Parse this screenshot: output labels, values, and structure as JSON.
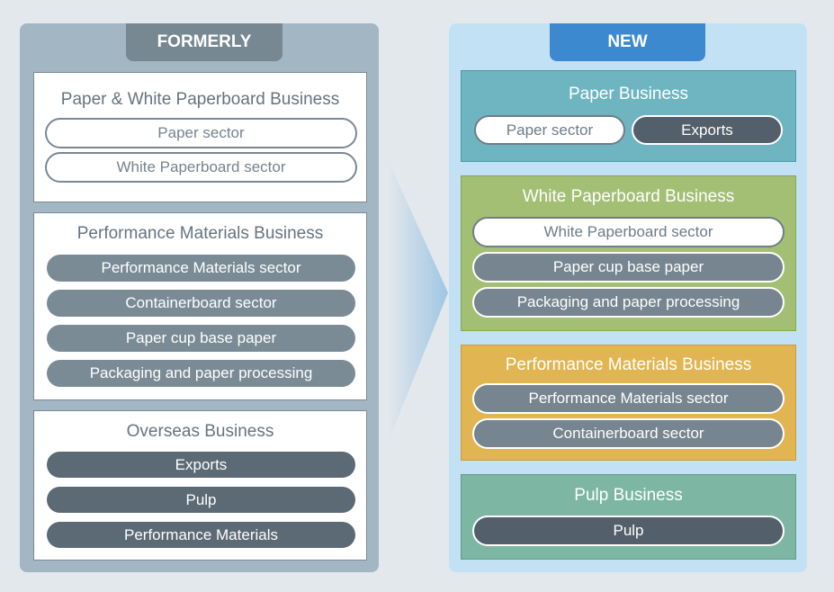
{
  "formerly": {
    "label": "FORMERLY",
    "groups": [
      {
        "title": "Paper & White Paperboard Business",
        "items": [
          "Paper sector",
          "White Paperboard sector"
        ]
      },
      {
        "title": "Performance Materials Business",
        "items": [
          "Performance Materials sector",
          "Containerboard sector",
          "Paper cup base paper",
          "Packaging and paper processing"
        ]
      },
      {
        "title": "Overseas Business",
        "items": [
          "Exports",
          "Pulp",
          "Performance Materials"
        ]
      }
    ]
  },
  "new": {
    "label": "NEW",
    "groups": [
      {
        "title": "Paper Business",
        "items": [
          "Paper sector",
          "Exports"
        ]
      },
      {
        "title": "White Paperboard Business",
        "items": [
          "White Paperboard sector",
          "Paper cup base paper",
          "Packaging and paper processing"
        ]
      },
      {
        "title": "Performance Materials Business",
        "items": [
          "Performance Materials sector",
          "Containerboard sector"
        ]
      },
      {
        "title": "Pulp Business",
        "items": [
          "Pulp"
        ]
      }
    ]
  },
  "colors": {
    "formerly_panel": "#a2b6c4",
    "new_panel": "#c3e1f5",
    "new_tab": "#3d89d0",
    "paper": "#6fb5c1",
    "white_paperboard": "#a3bf73",
    "performance": "#e1b552",
    "pulp": "#7db6a2"
  }
}
